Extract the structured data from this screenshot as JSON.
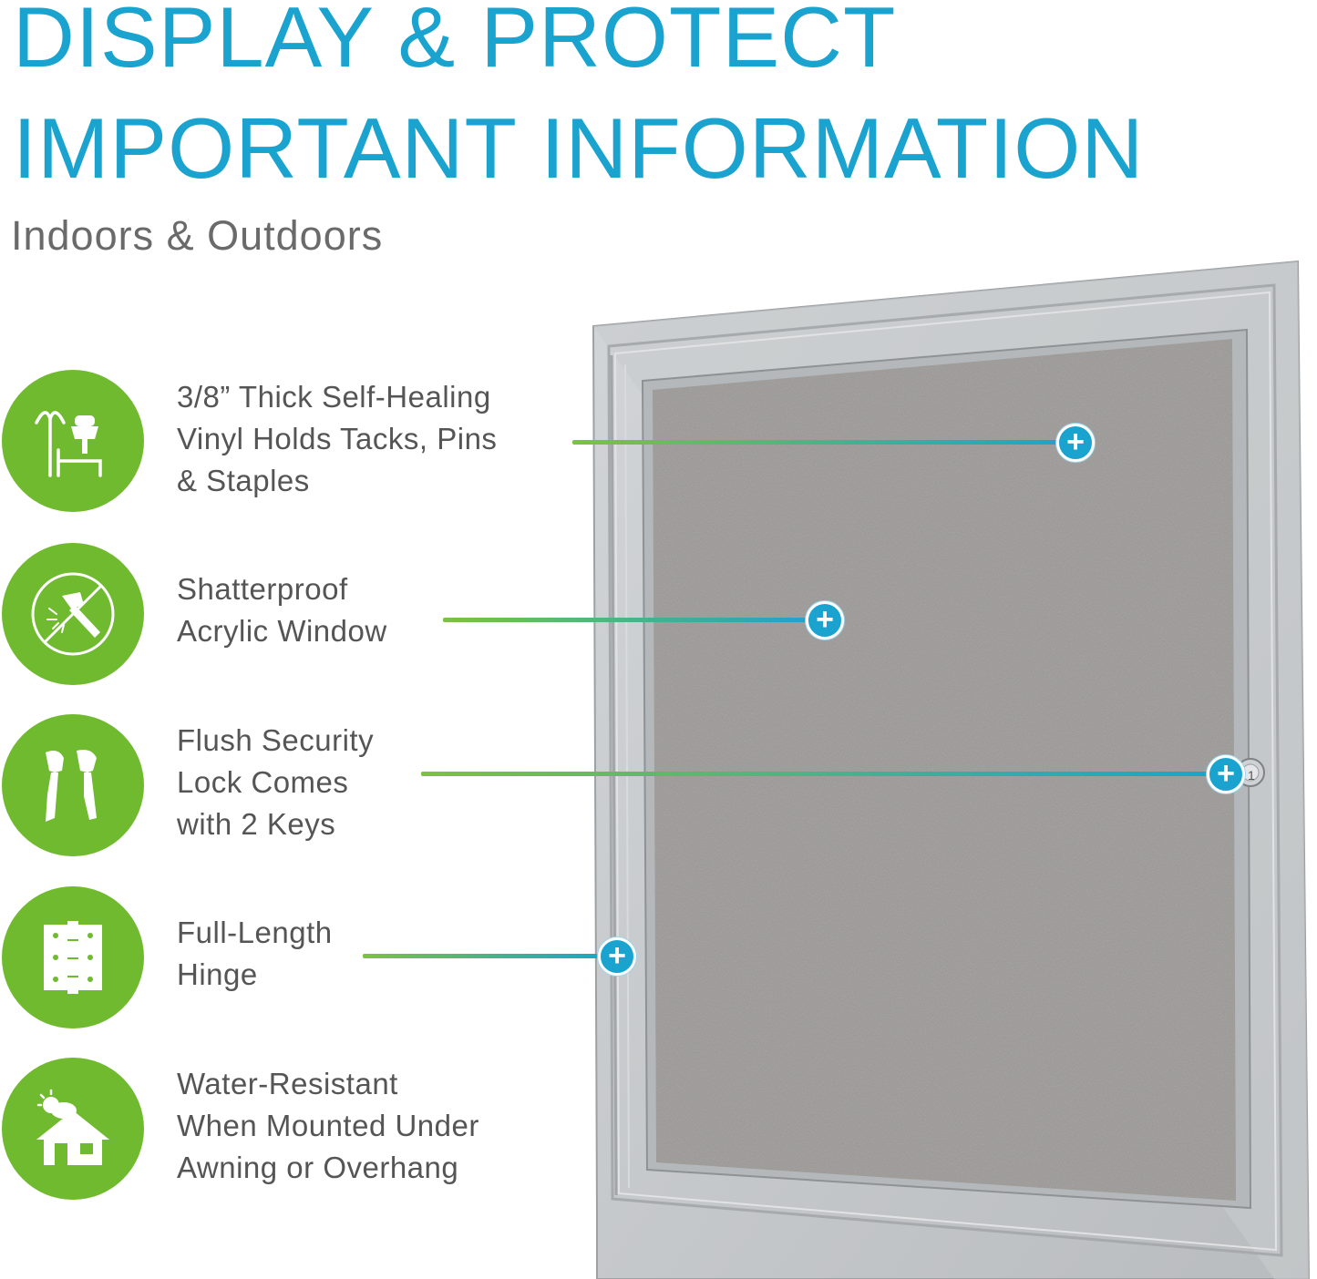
{
  "headline": {
    "line1": "DISPLAY & PROTECT",
    "line2": "IMPORTANT INFORMATION",
    "subtitle": "Indoors & Outdoors"
  },
  "colors": {
    "accent_blue": "#1aa3cf",
    "accent_green": "#6fba2e",
    "text_gray": "#555555",
    "frame_silver": "#c4c7c9",
    "board_fabric": "#9a9895"
  },
  "features": [
    {
      "icon": "pushpin-icon",
      "text": "3/8” Thick Self-Healing\nVinyl Holds Tacks, Pins\n& Staples"
    },
    {
      "icon": "no-hammer-icon",
      "text": "Shatterproof\nAcrylic Window"
    },
    {
      "icon": "keys-icon",
      "text": "Flush Security\nLock Comes\nwith 2 Keys"
    },
    {
      "icon": "hinge-icon",
      "text": "Full-Length\nHinge"
    },
    {
      "icon": "house-weather-icon",
      "text": "Water-Resistant\nWhen Mounted Under\nAwning or Overhang"
    }
  ],
  "lock": {
    "label": "1"
  },
  "callout_marker": "+"
}
